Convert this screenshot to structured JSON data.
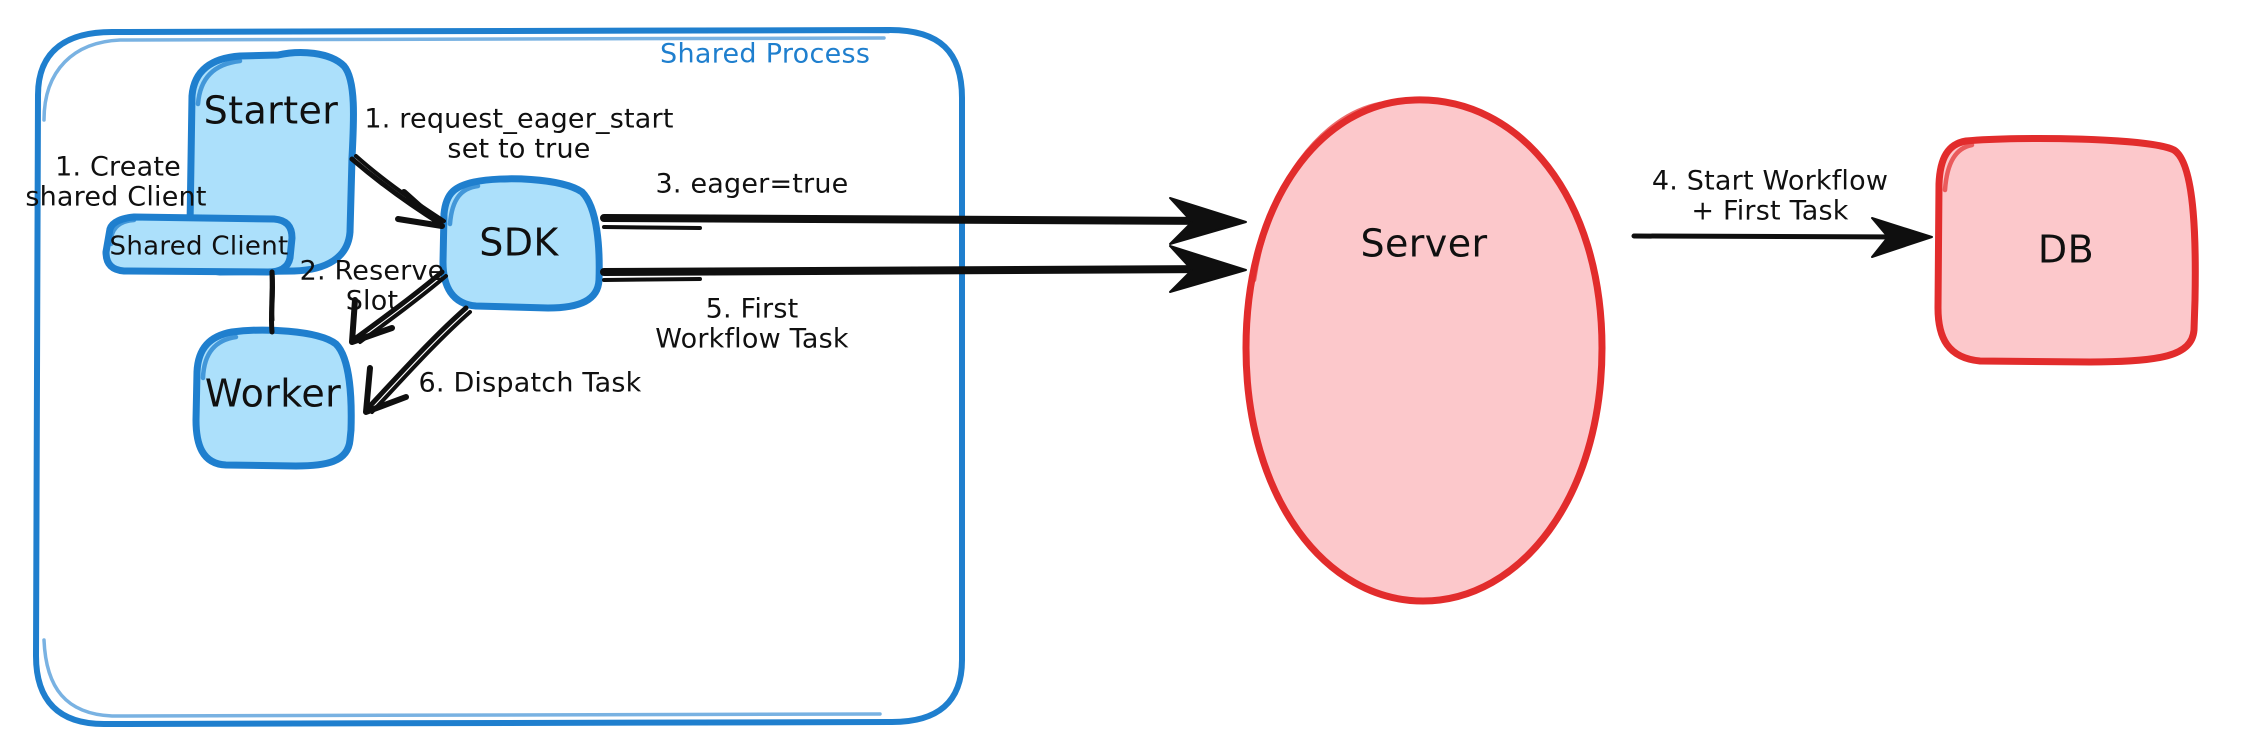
{
  "diagram": {
    "title": "Shared Process eager workflow start",
    "colors": {
      "node_blue_fill": "#ace0fb",
      "node_blue_stroke": "#1f7fce",
      "node_red_fill": "#fcc8cb",
      "node_red_stroke": "#e22c2c",
      "connector": "#0f0f0f",
      "canvas": "#ffffff"
    },
    "group": {
      "label": "Shared Process"
    },
    "nodes": {
      "starter": "Starter",
      "shared_client": "Shared Client",
      "worker": "Worker",
      "sdk": "SDK",
      "server": "Server",
      "db": "DB"
    },
    "edges": {
      "create_shared_client_line1": "1. Create",
      "create_shared_client_line2": "shared Client",
      "request_eager_start_line1": "1. request_eager_start",
      "request_eager_start_line2": "set to true",
      "reserve_slot_line1": "2. Reserve",
      "reserve_slot_line2": "Slot",
      "eager_true": "3. eager=true",
      "start_workflow_line1": "4. Start Workflow",
      "start_workflow_line2": "+ First Task",
      "first_workflow_task_line1": "5. First",
      "first_workflow_task_line2": "Workflow Task",
      "dispatch_task": "6. Dispatch Task"
    }
  }
}
